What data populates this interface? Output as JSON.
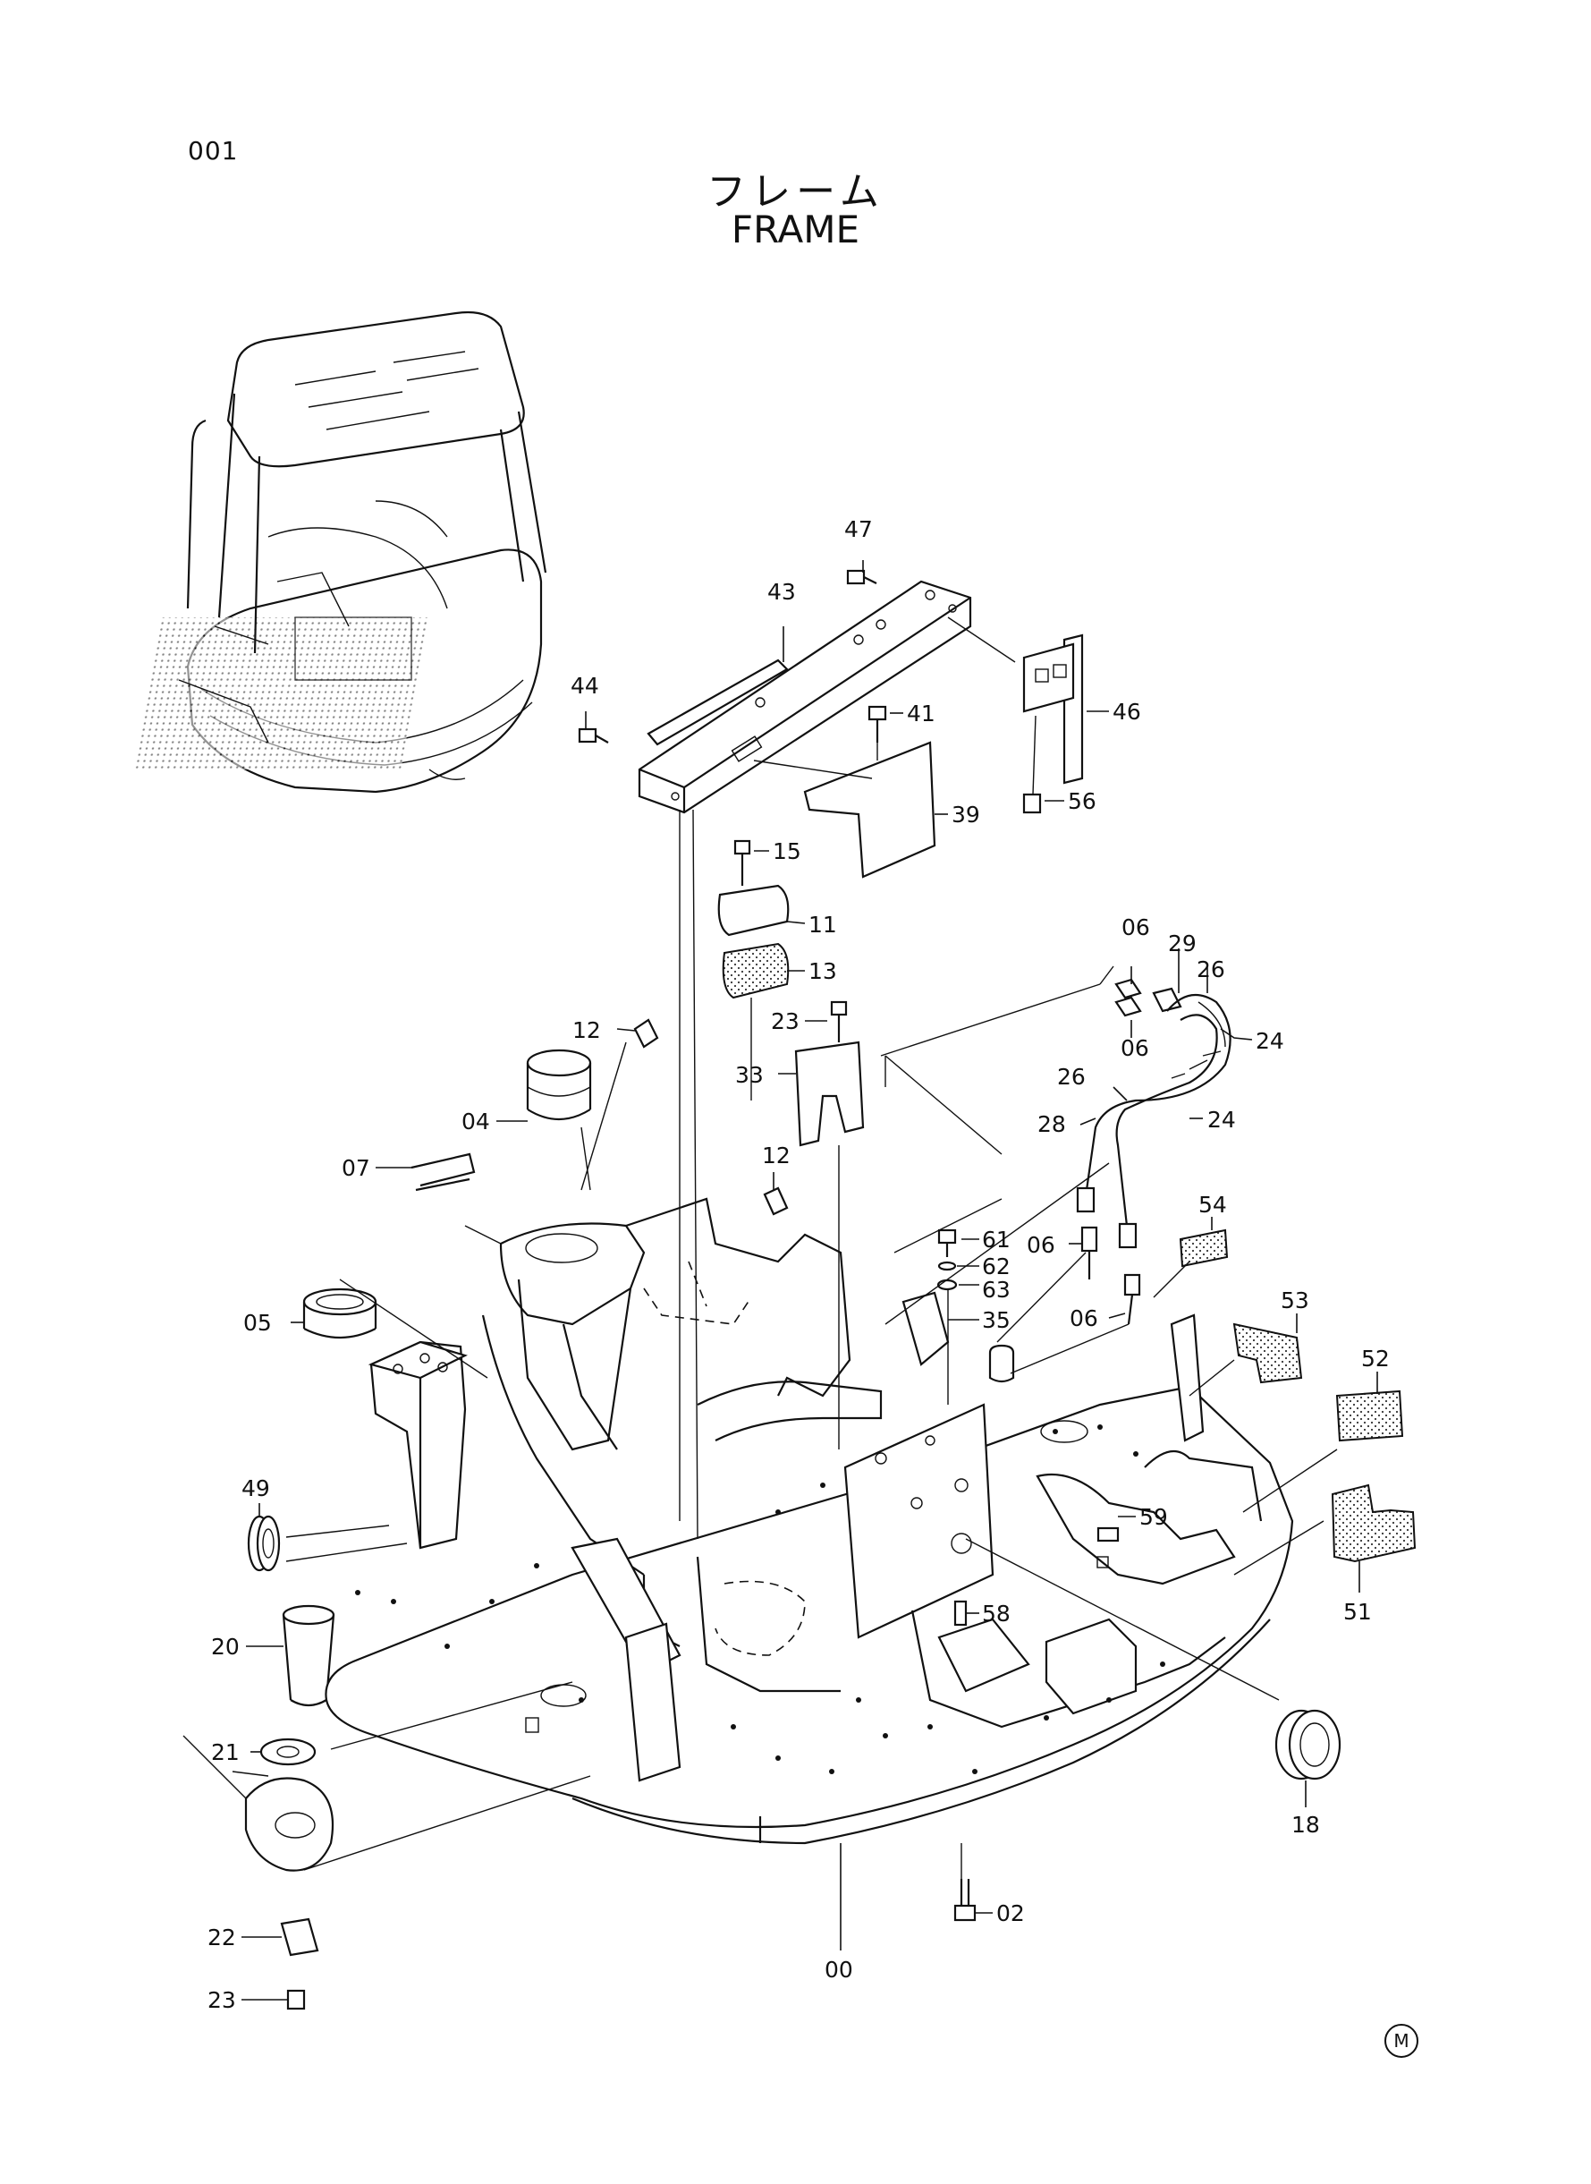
{
  "header": {
    "page_number": "001",
    "title_jp": "フレーム",
    "title_en": "FRAME",
    "corner_mark": "M"
  },
  "callouts": [
    {
      "id": "c47",
      "label": "47"
    },
    {
      "id": "c43",
      "label": "43"
    },
    {
      "id": "c44",
      "label": "44"
    },
    {
      "id": "c41",
      "label": "41"
    },
    {
      "id": "c46",
      "label": "46"
    },
    {
      "id": "c56",
      "label": "56"
    },
    {
      "id": "c39",
      "label": "39"
    },
    {
      "id": "c15",
      "label": "15"
    },
    {
      "id": "c11",
      "label": "11"
    },
    {
      "id": "c13",
      "label": "13"
    },
    {
      "id": "c06a",
      "label": "06"
    },
    {
      "id": "c29",
      "label": "29"
    },
    {
      "id": "c26a",
      "label": "26"
    },
    {
      "id": "c06b",
      "label": "06"
    },
    {
      "id": "c12a",
      "label": "12"
    },
    {
      "id": "c23a",
      "label": "23"
    },
    {
      "id": "c24a",
      "label": "24"
    },
    {
      "id": "c26b",
      "label": "26"
    },
    {
      "id": "c04",
      "label": "04"
    },
    {
      "id": "c33",
      "label": "33"
    },
    {
      "id": "c28",
      "label": "28"
    },
    {
      "id": "c24b",
      "label": "24"
    },
    {
      "id": "c07",
      "label": "07"
    },
    {
      "id": "c12b",
      "label": "12"
    },
    {
      "id": "c54",
      "label": "54"
    },
    {
      "id": "c61",
      "label": "61"
    },
    {
      "id": "c06c",
      "label": "06"
    },
    {
      "id": "c62",
      "label": "62"
    },
    {
      "id": "c63",
      "label": "63"
    },
    {
      "id": "c05",
      "label": "05"
    },
    {
      "id": "c35",
      "label": "35"
    },
    {
      "id": "c06d",
      "label": "06"
    },
    {
      "id": "c53",
      "label": "53"
    },
    {
      "id": "c52",
      "label": "52"
    },
    {
      "id": "c49",
      "label": "49"
    },
    {
      "id": "c59",
      "label": "59"
    },
    {
      "id": "c51",
      "label": "51"
    },
    {
      "id": "c58",
      "label": "58"
    },
    {
      "id": "c20",
      "label": "20"
    },
    {
      "id": "c21",
      "label": "21"
    },
    {
      "id": "c18",
      "label": "18"
    },
    {
      "id": "c02",
      "label": "02"
    },
    {
      "id": "c22",
      "label": "22"
    },
    {
      "id": "c00",
      "label": "00"
    },
    {
      "id": "c23b",
      "label": "23"
    }
  ]
}
